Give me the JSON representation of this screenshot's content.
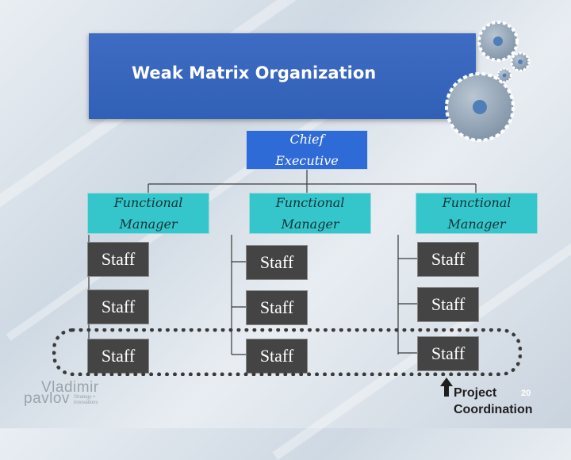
{
  "title": "Weak Matrix Organization",
  "chief": {
    "line1": "Chief",
    "line2": "Executive"
  },
  "functional_managers": [
    {
      "line1": "Functional",
      "line2": "Manager"
    },
    {
      "line1": "Functional",
      "line2": "Manager"
    },
    {
      "line1": "Functional",
      "line2": "Manager"
    }
  ],
  "staff": {
    "col1": [
      "Staff",
      "Staff",
      "Staff"
    ],
    "col2": [
      "Staff",
      "Staff",
      "Staff"
    ],
    "col3": [
      "Staff",
      "Staff",
      "Staff"
    ]
  },
  "project_coordination": {
    "line1": "Project",
    "line2": "Coordination"
  },
  "page_number": "20",
  "logo": {
    "name1": "Vladimir",
    "name2": "pavlov",
    "tag1": "Strategy +",
    "tag2": "innovations"
  },
  "colors": {
    "title_bar": "#3160b7",
    "chief_box": "#2f6bd6",
    "manager_box": "#35c6cc",
    "staff_box": "#444444",
    "project_loop": "#3a3a3a"
  },
  "icons": [
    "gears-icon",
    "up-arrow-icon"
  ]
}
